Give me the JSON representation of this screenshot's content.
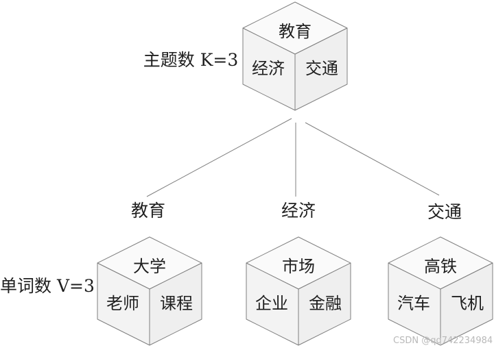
{
  "diagram": {
    "topic_label": "主题数 K=3",
    "word_label": "单词数 V=3",
    "topic_cube": {
      "top": "教育",
      "left": "经济",
      "right": "交通"
    },
    "branches": [
      {
        "label": "教育",
        "cube": {
          "top": "大学",
          "left": "老师",
          "right": "课程"
        }
      },
      {
        "label": "经济",
        "cube": {
          "top": "市场",
          "left": "企业",
          "right": "金融"
        }
      },
      {
        "label": "交通",
        "cube": {
          "top": "高铁",
          "left": "汽车",
          "right": "飞机"
        }
      }
    ]
  },
  "watermark": "CSDN @qq742234984",
  "colors": {
    "edge": "#7f7f7f",
    "text": "#1f1f1f",
    "face_top": "#fafafa",
    "face_left": "#f3f3f3",
    "face_right": "#efefef",
    "watermark": "#b9b9b9"
  }
}
